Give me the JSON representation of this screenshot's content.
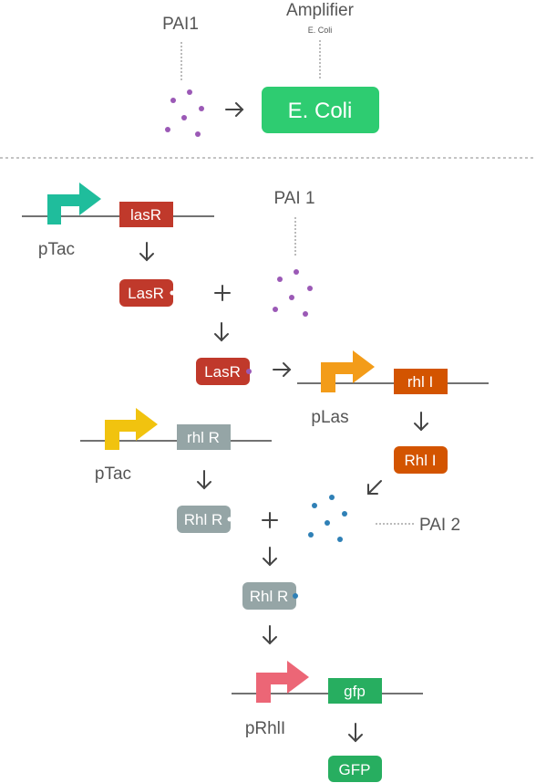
{
  "top": {
    "signal_label": "PAI1",
    "amplifier_label": "Amplifier",
    "amplifier_sub": "E. Coli",
    "ecoli_box": "E. Coli"
  },
  "circuit": {
    "promoter1": "pTac",
    "gene1": "lasR",
    "protein1": "LasR",
    "signal1": "PAI 1",
    "complex1": "LasR",
    "promoter2": "pLas",
    "gene2": "rhl I",
    "protein2": "Rhl I",
    "promoter3": "pTac",
    "gene3": "rhl R",
    "protein3": "Rhl R",
    "signal2": "PAI 2",
    "complex2": "Rhl R",
    "promoter4": "pRhlI",
    "gene4": "gfp",
    "protein4": "GFP"
  },
  "colors": {
    "teal": "#1fbd9c",
    "orange": "#f39c19",
    "yellow": "#f1c30f",
    "pink": "#ec6676",
    "red": "#c0392b",
    "dark_orange": "#d35400",
    "gray": "#95a5a6",
    "green": "#27ae60",
    "ecoli_green": "#2ecc71",
    "purple": "#9b59b6",
    "blue": "#2f80b6",
    "line": "#444444",
    "text": "#555555"
  }
}
